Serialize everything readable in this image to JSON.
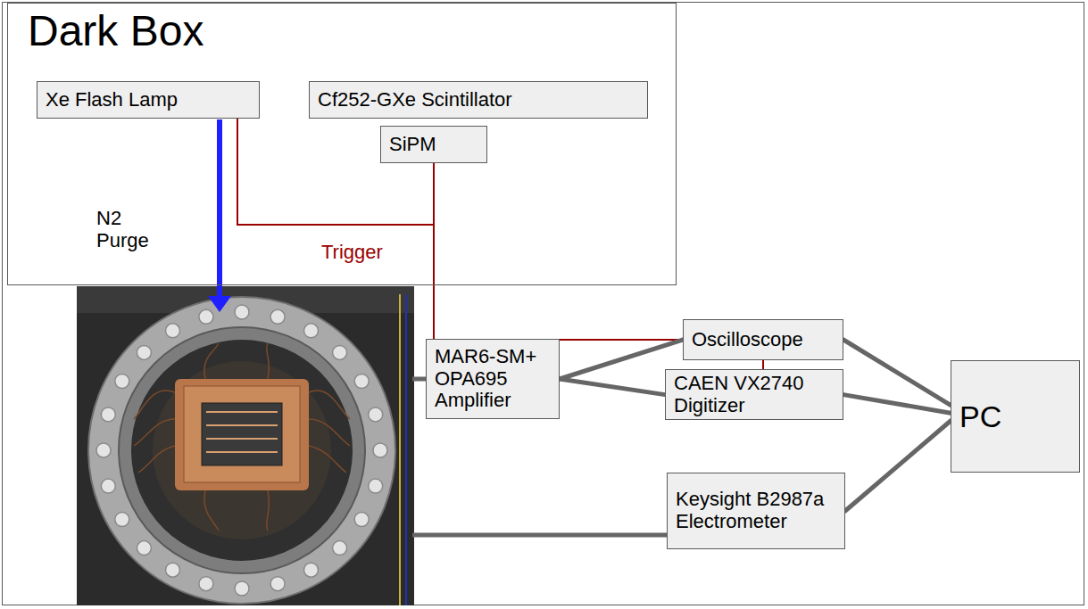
{
  "diagram": {
    "nodes": [
      {
        "text": [
          "Dark Box"
        ]
      },
      {
        "text": [
          "Xe Flash Lamp"
        ],
        "in": 0
      },
      {
        "text": [
          "Cf252-GXe Scintillator"
        ],
        "in": 0
      },
      {
        "text": [
          "SiPM"
        ],
        "in": 0
      },
      {
        "text": [
          "MAR6-SM+ OPA695 Amplifier"
        ]
      },
      {
        "text": [
          "Oscilloscope"
        ]
      },
      {
        "text": [
          "CAEN VX2740 Digitizer"
        ]
      },
      {
        "text": [
          "PC"
        ]
      },
      {
        "text": [
          "Keysight B2987a Electrometer"
        ]
      }
    ],
    "edges": [
      {
        "from": 1,
        "to": 5,
        "arrow": "none"
      },
      {
        "from": 3,
        "to": 5,
        "arrow": "none"
      },
      {
        "from": 5,
        "to": 6,
        "arrow": "none"
      },
      {
        "from": 4,
        "to": 5,
        "arrow": "none"
      },
      {
        "from": 4,
        "to": 6,
        "arrow": "none"
      },
      {
        "from": 5,
        "to": 7,
        "arrow": "none"
      },
      {
        "from": 6,
        "to": 7,
        "arrow": "none"
      },
      {
        "from": 8,
        "to": 7,
        "arrow": "none"
      }
    ],
    "labels": [
      "N2 Purge",
      "Trigger"
    ]
  }
}
